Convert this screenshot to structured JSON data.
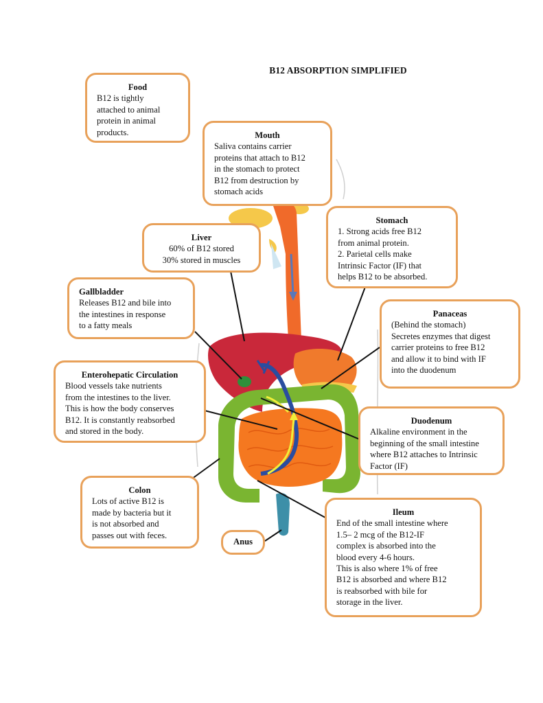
{
  "title": "B12 ABSORPTION SIMPLIFIED",
  "colors": {
    "box_border": "#e8a15a",
    "esophagus": "#f06a2a",
    "liver": "#c9283a",
    "gallbladder": "#2e8f3a",
    "stomach": "#f07a2c",
    "small_intestine": "#f57820",
    "large_intestine": "#7ab531",
    "blood_vessels": "#2a4da0",
    "bile_flow": "#f2ee3a",
    "rectum": "#3d8fa8"
  },
  "boxes": {
    "food": {
      "heading": "Food",
      "lines": [
        "B12 is tightly",
        "attached to animal",
        "protein in animal",
        "products."
      ]
    },
    "mouth": {
      "heading": "Mouth",
      "lines": [
        "Saliva contains carrier",
        "proteins that attach to B12",
        "in the stomach to protect",
        "B12 from destruction by",
        "stomach acids"
      ]
    },
    "stomach": {
      "heading": "Stomach",
      "lines": [
        "1. Strong acids free B12",
        "from animal protein.",
        "2. Parietal cells make",
        "Intrinsic Factor (IF) that",
        "helps B12 to be absorbed."
      ]
    },
    "liver": {
      "heading": "Liver",
      "lines": [
        "60% of B12 stored",
        "30% stored in muscles"
      ]
    },
    "gallbladder": {
      "heading": "Gallbladder",
      "lines": [
        "Releases B12 and bile into",
        "the intestines in response",
        "to a fatty meals"
      ]
    },
    "pancreas": {
      "heading": "Panaceas",
      "lines": [
        "(Behind the stomach)",
        "Secretes enzymes that digest",
        "carrier proteins to free B12",
        "and allow it to bind with IF",
        "into the duodenum"
      ]
    },
    "enterohepatic": {
      "heading": "Enterohepatic Circulation",
      "lines": [
        "Blood vessels take nutrients",
        "from the intestines to the liver.",
        "This is how the body conserves",
        "B12. It is constantly reabsorbed",
        "and stored in the body."
      ]
    },
    "duodenum": {
      "heading": "Duodenum",
      "lines": [
        "Alkaline environment in the",
        "beginning of the small intestine",
        "where B12 attaches to Intrinsic",
        "Factor (IF)"
      ]
    },
    "colon": {
      "heading": "Colon",
      "lines": [
        "Lots of active B12 is",
        "made by bacteria but it",
        "is not absorbed and",
        "passes out with feces."
      ]
    },
    "anus": {
      "heading": "Anus"
    },
    "ileum": {
      "heading": "Ileum",
      "lines": [
        "End of the small intestine where",
        "1.5– 2 mcg of the B12-IF",
        "complex is absorbed into the",
        "blood every 4-6 hours.",
        "This is also where 1% of free",
        "B12  is absorbed and where B12",
        "is reabsorbed with bile for",
        "storage in the liver."
      ]
    }
  }
}
